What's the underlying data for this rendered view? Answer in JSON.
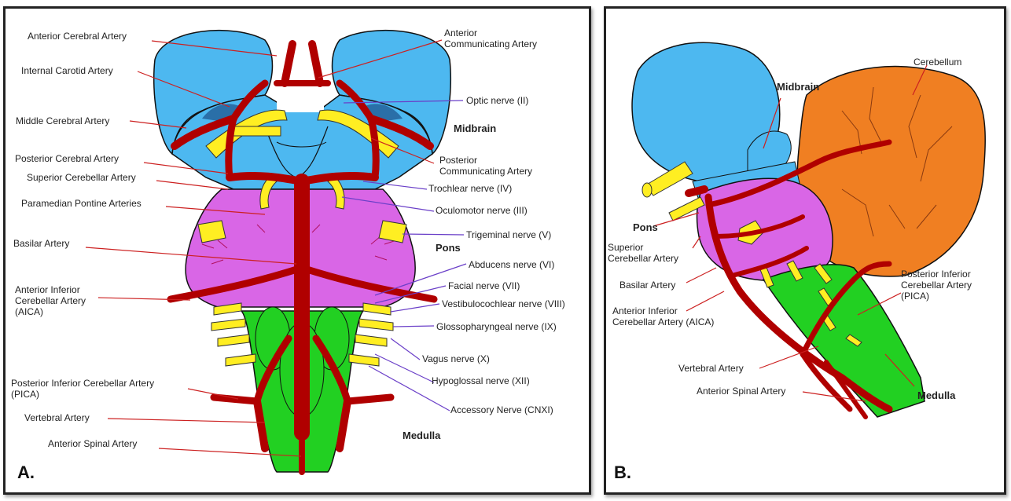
{
  "panel_a": {
    "panel_label": "A.",
    "labels": {
      "aca": "Anterior Cerebral Artery",
      "acom": "Anterior\nCommunicating Artery",
      "ica": "Internal Carotid Artery",
      "optic": "Optic nerve (II)",
      "mca": "Middle Cerebral Artery",
      "midbrain": "Midbrain",
      "pca": "Posterior Cerebral Artery",
      "pcom": "Posterior\nCommunicating Artery",
      "sca": "Superior Cerebellar Artery",
      "trochlear": "Trochlear nerve (IV)",
      "paramedian": "Paramedian Pontine Arteries",
      "oculomotor": "Oculomotor nerve (III)",
      "trigeminal": "Trigeminal nerve (V)",
      "basilar": "Basilar Artery",
      "pons": "Pons",
      "abducens": "Abducens nerve (VI)",
      "aica": "Anterior Inferior\nCerebellar Artery\n(AICA)",
      "facial": "Facial nerve (VII)",
      "vestibulo": "Vestibulocochlear nerve (VIII)",
      "glosso": "Glossopharyngeal nerve (IX)",
      "vagus": "Vagus nerve (X)",
      "pica": "Posterior Inferior Cerebellar Artery\n(PICA)",
      "hypoglossal": "Hypoglossal nerve (XII)",
      "accessory": "Accessory Nerve (CNXI)",
      "vertebral": "Vertebral Artery",
      "medulla": "Medulla",
      "asa": "Anterior Spinal Artery"
    }
  },
  "panel_b": {
    "panel_label": "B.",
    "labels": {
      "cerebellum": "Cerebellum",
      "midbrain": "Midbrain",
      "pons": "Pons",
      "sca": "Superior\nCerebellar Artery",
      "basilar": "Basilar Artery",
      "pica": "Posterior Inferior\nCerebellar Artery\n(PICA)",
      "aica": "Anterior Inferior\nCerebellar Artery (AICA)",
      "vertebral": "Vertebral Artery",
      "asa": "Anterior Spinal Artery",
      "medulla": "Medulla"
    }
  },
  "colors": {
    "midbrain": "#4db8f0",
    "pons": "#d966e6",
    "medulla": "#22d022",
    "cerebellum": "#f07f22",
    "artery": "#b00000",
    "nerve": "#ffee22",
    "leader_artery": "#cc2020",
    "leader_nerve": "#6a3fc8"
  }
}
